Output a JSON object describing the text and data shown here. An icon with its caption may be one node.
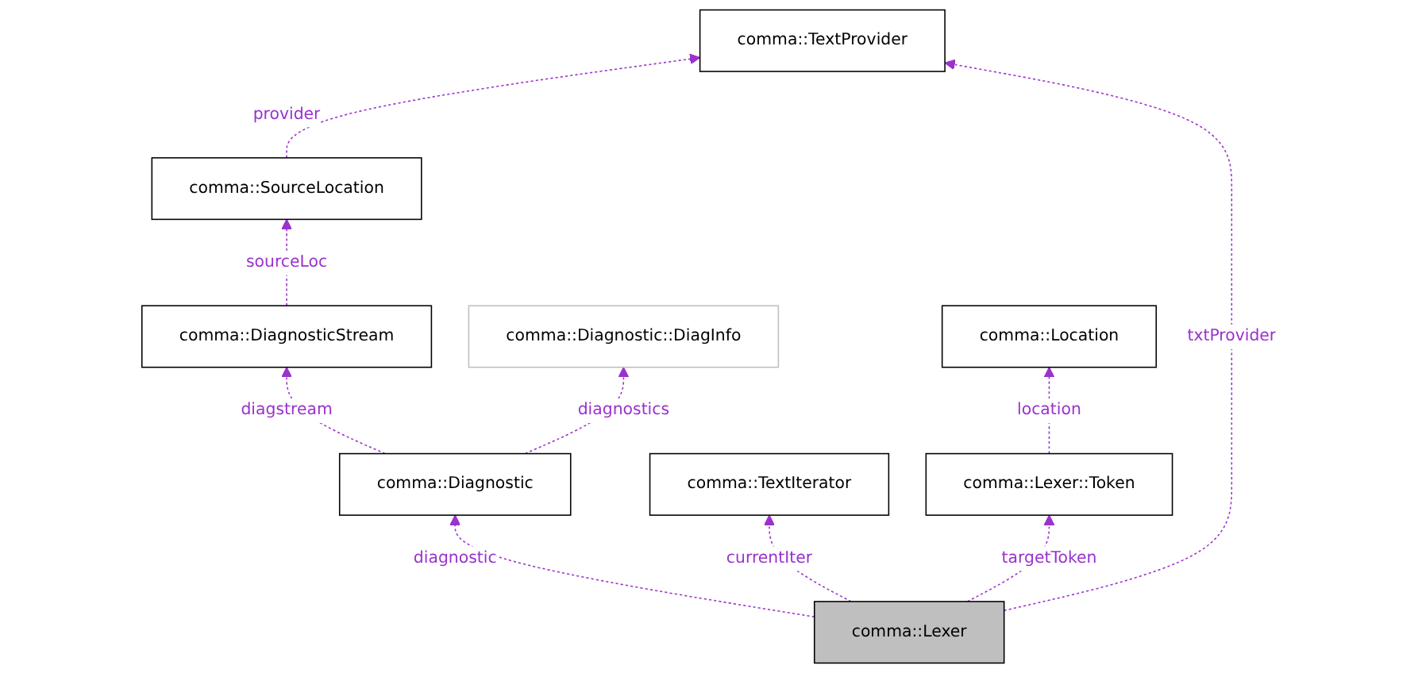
{
  "diagram": {
    "nodes": [
      {
        "text": [
          "comma::TextProvider"
        ]
      },
      {
        "text": [
          "comma::SourceLocation"
        ]
      },
      {
        "text": [
          "comma::DiagnosticStream"
        ]
      },
      {
        "text": [
          "comma::Diagnostic::DiagInfo"
        ]
      },
      {
        "text": [
          "comma::Location"
        ]
      },
      {
        "text": [
          "comma::Diagnostic"
        ]
      },
      {
        "text": [
          "comma::TextIterator"
        ]
      },
      {
        "text": [
          "comma::Lexer::Token"
        ]
      },
      {
        "text": [
          "comma::Lexer"
        ]
      }
    ],
    "edges": [
      {
        "from": 1,
        "to": 0,
        "arrow": "to",
        "label": "provider",
        "style": "dashed"
      },
      {
        "from": 2,
        "to": 1,
        "arrow": "to",
        "label": "sourceLoc",
        "style": "dashed"
      },
      {
        "from": 5,
        "to": 2,
        "arrow": "to",
        "label": "diagstream",
        "style": "dashed"
      },
      {
        "from": 5,
        "to": 3,
        "arrow": "to",
        "label": "diagnostics",
        "style": "dashed"
      },
      {
        "from": 8,
        "to": 0,
        "arrow": "to",
        "label": "txtProvider",
        "style": "dashed"
      },
      {
        "from": 7,
        "to": 4,
        "arrow": "to",
        "label": "location",
        "style": "dashed"
      },
      {
        "from": 8,
        "to": 5,
        "arrow": "to",
        "label": "diagnostic",
        "style": "dashed"
      },
      {
        "from": 8,
        "to": 6,
        "arrow": "to",
        "label": "currentIter",
        "style": "dashed"
      },
      {
        "from": 8,
        "to": 7,
        "arrow": "to",
        "label": "targetToken",
        "style": "dashed"
      }
    ]
  }
}
